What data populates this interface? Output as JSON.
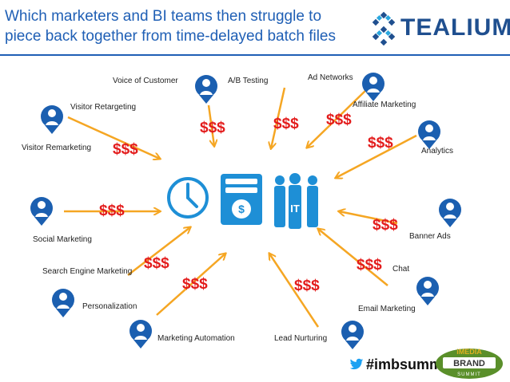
{
  "slide": {
    "title": "Which marketers and BI teams then struggle to piece back together from time-delayed batch files",
    "brand": "TEALIUM",
    "hashtag": "#imbsummit",
    "event_badge_top": "iMEDIA",
    "event_badge_mid": "BRAND",
    "event_badge_bottom": "SUMMIT",
    "it_label": "IT",
    "cost_marker": "$$$"
  },
  "roles": [
    {
      "label": "Voice of Customer"
    },
    {
      "label": "A/B Testing"
    },
    {
      "label": "Ad Networks"
    },
    {
      "label": "Affiliate Marketing"
    },
    {
      "label": "Visitor Retargeting"
    },
    {
      "label": "Visitor Remarketing"
    },
    {
      "label": "Analytics"
    },
    {
      "label": "Social Marketing"
    },
    {
      "label": "Banner Ads"
    },
    {
      "label": "Search Engine Marketing"
    },
    {
      "label": "Chat"
    },
    {
      "label": "Personalization"
    },
    {
      "label": "Email Marketing"
    },
    {
      "label": "Marketing Automation"
    },
    {
      "label": "Lead Nurturing"
    }
  ],
  "colors": {
    "title": "#1f5fb5",
    "arrow": "#f5a623",
    "money": "#e31c1c",
    "icon_blue": "#1e8fd6",
    "person": "#1b5fb0"
  }
}
